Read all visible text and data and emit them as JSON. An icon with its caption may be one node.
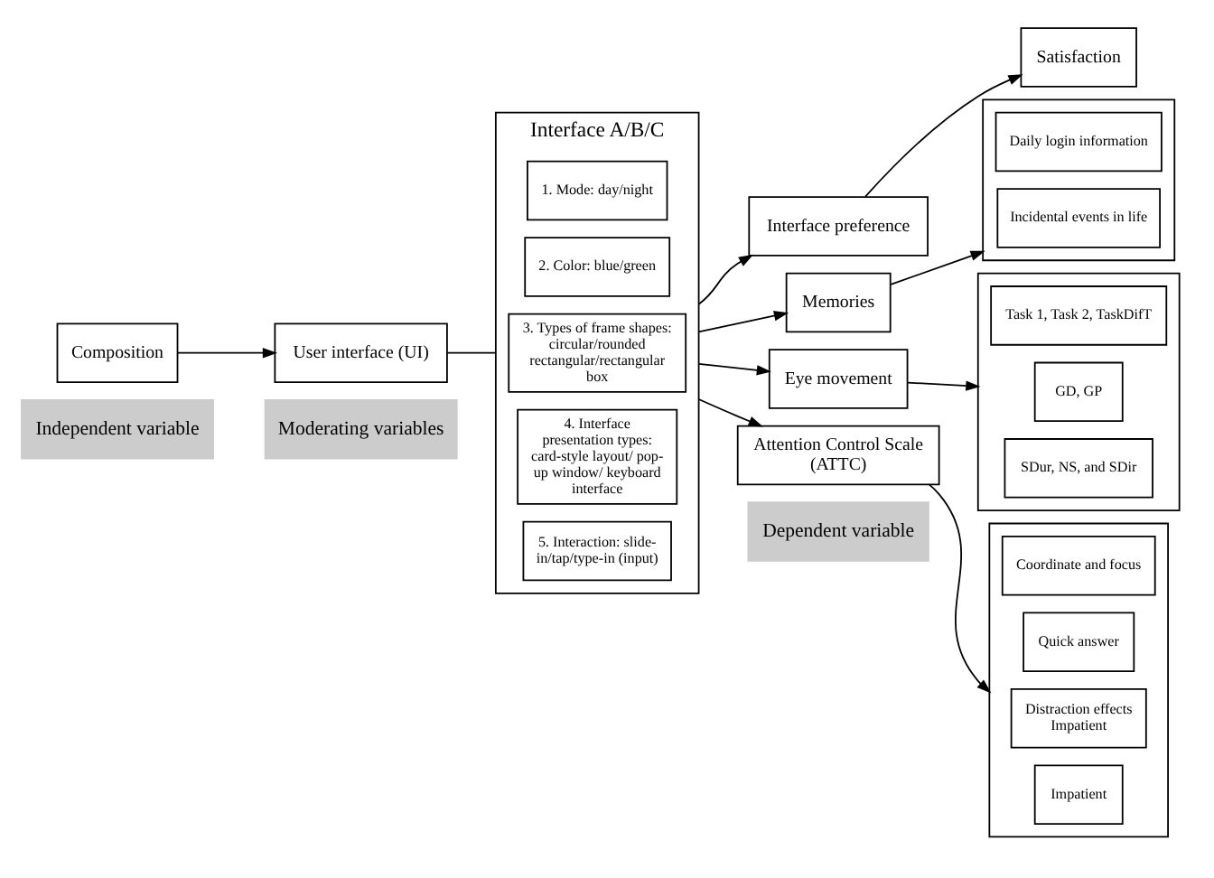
{
  "diagram": {
    "nodes": [
      {
        "text": [
          "Independent variable"
        ]
      },
      {
        "text": [
          "Moderating variables"
        ]
      },
      {
        "text": [
          "Dependent variable"
        ]
      },
      {
        "text": [
          "Composition"
        ]
      },
      {
        "text": [
          "User interface (UI)"
        ]
      },
      {
        "text": [
          "Interface A/B/C"
        ]
      },
      {
        "text": [
          "1. Mode: day/night"
        ],
        "in": 5
      },
      {
        "text": [
          "2. Color: blue/green"
        ],
        "in": 5
      },
      {
        "text": [
          "3. Types of frame shapes: circular/rounded rectangular/rectangular box"
        ],
        "in": 5
      },
      {
        "text": [
          "4. Interface presentation types: card-style layout/ pop-up window/ keyboard interface"
        ],
        "in": 5
      },
      {
        "text": [
          "5. Interaction: slide-in/tap/type-in (input)"
        ],
        "in": 5
      },
      {
        "text": [
          "Attention Control Scale (ATTC)"
        ]
      },
      {
        "text": [
          "Eye movement"
        ]
      },
      {
        "text": [
          "Memories"
        ]
      },
      {
        "text": [
          "Interface preference"
        ]
      },
      {
        "text": [],
        "shape": "box"
      },
      {
        "text": [
          "Coordinate and focus"
        ],
        "in": 15
      },
      {
        "text": [
          "Quick answer"
        ],
        "in": 15
      },
      {
        "text": [
          "Distraction effects Impatient"
        ],
        "in": 15
      },
      {
        "text": [
          "Impatient"
        ],
        "in": 15
      },
      {
        "text": [],
        "shape": "box"
      },
      {
        "text": [
          "Task 1, Task 2, TaskDifT"
        ],
        "in": 20
      },
      {
        "text": [
          "GD, GP"
        ],
        "in": 20
      },
      {
        "text": [
          "SDur, NS, and SDir"
        ],
        "in": 20
      },
      {
        "text": [],
        "shape": "box"
      },
      {
        "text": [
          "Daily login information"
        ],
        "in": 24
      },
      {
        "text": [
          "Incidental events in life"
        ],
        "in": 24
      },
      {
        "text": [
          "Satisfaction"
        ]
      }
    ],
    "edges": [
      {
        "from": 3,
        "to": 4,
        "arrow": "to"
      },
      {
        "from": 4,
        "to": 5,
        "arrow": "none"
      },
      {
        "from": 5,
        "to": 11,
        "arrow": "to"
      },
      {
        "from": 5,
        "to": 12,
        "arrow": "to"
      },
      {
        "from": 5,
        "to": 13,
        "arrow": "to"
      },
      {
        "from": 5,
        "to": 14,
        "arrow": "to"
      },
      {
        "from": 11,
        "to": 15,
        "arrow": "to"
      },
      {
        "from": 12,
        "to": 20,
        "arrow": "to"
      },
      {
        "from": 13,
        "to": 24,
        "arrow": "to"
      },
      {
        "from": 14,
        "to": 27,
        "arrow": "to"
      }
    ]
  }
}
